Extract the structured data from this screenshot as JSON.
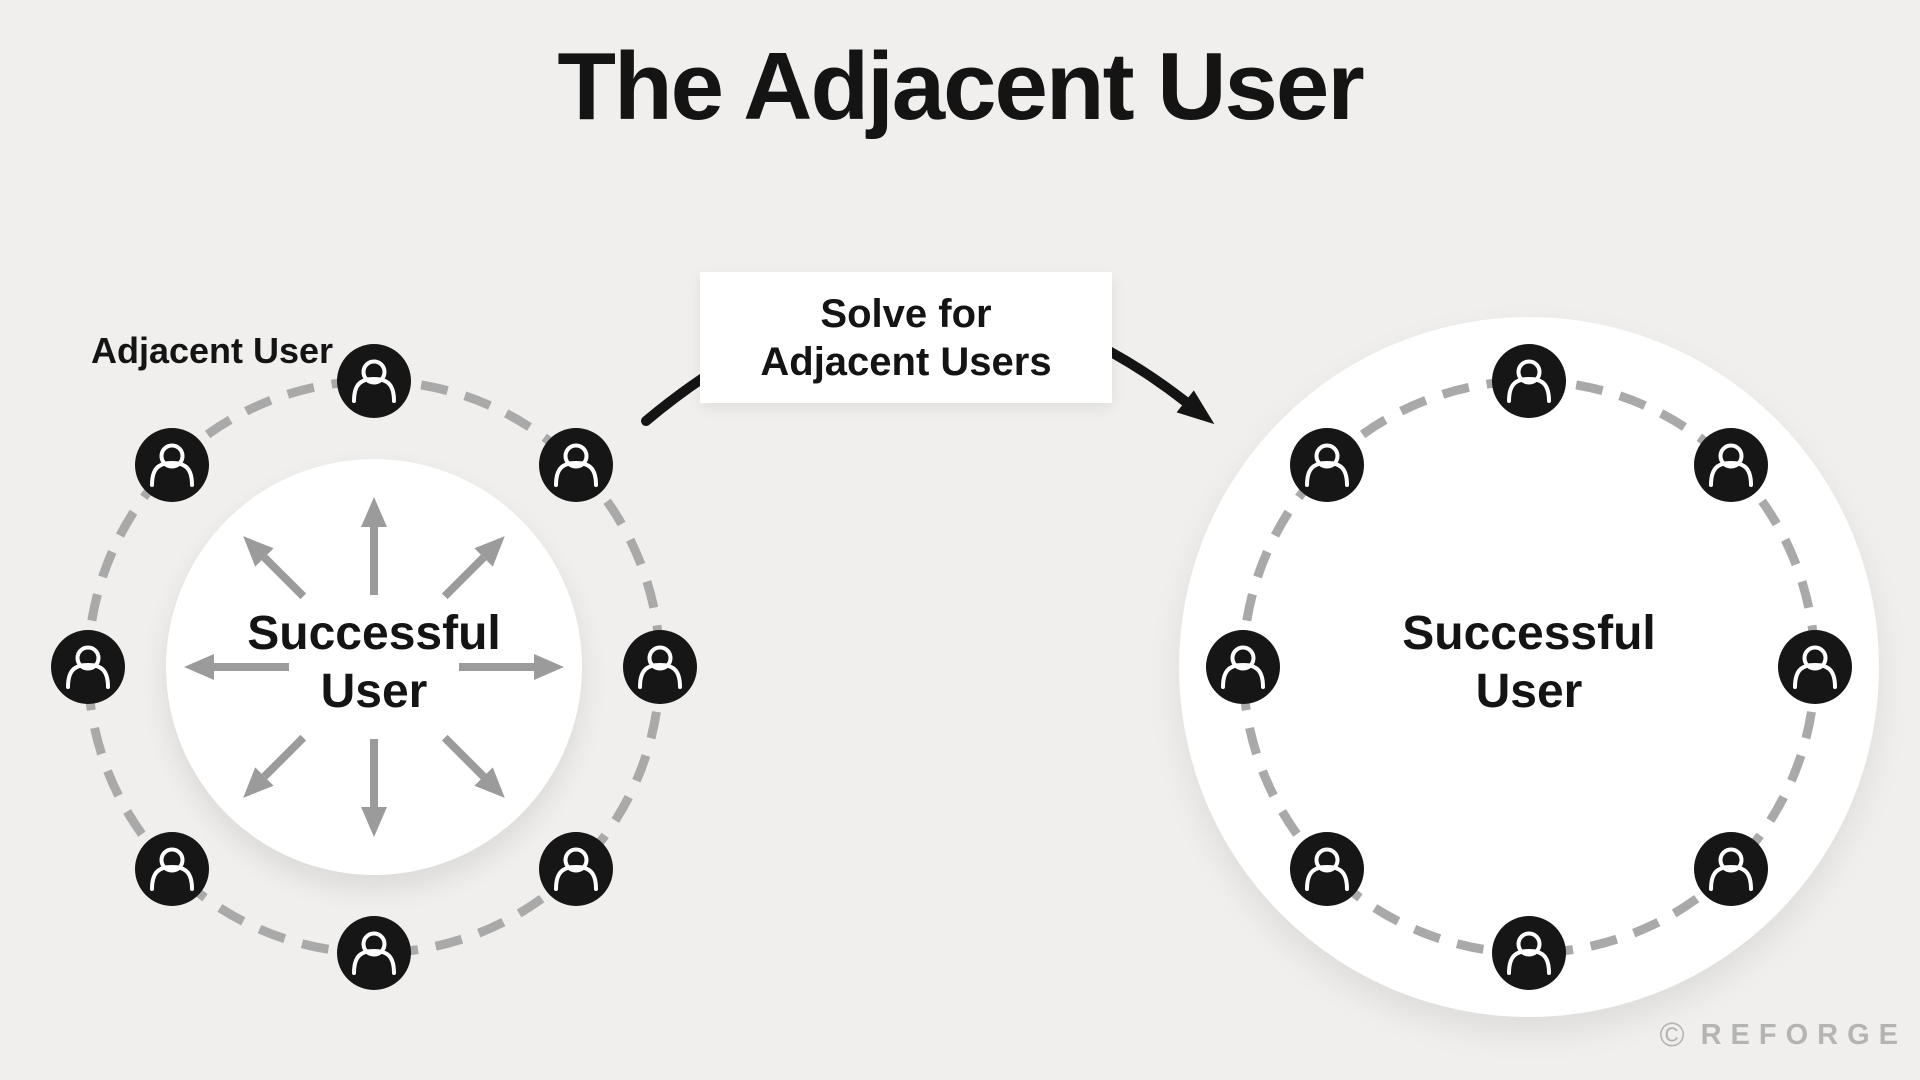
{
  "title": "The Adjacent User",
  "left_diagram": {
    "outer_label": "Adjacent User",
    "center_line1": "Successful",
    "center_line2": "User",
    "adjacent_user_count": 8
  },
  "solve_box": {
    "line1": "Solve for",
    "line2": "Adjacent Users"
  },
  "right_diagram": {
    "center_line1": "Successful",
    "center_line2": "User",
    "adjacent_user_count": 8
  },
  "footer": {
    "copyright_symbol": "©",
    "brand": "REFORGE"
  },
  "colors": {
    "background": "#f0efed",
    "ink": "#141414",
    "icon_black": "#161616",
    "dash_gray": "#a9a9a9",
    "arrow_gray": "#9b9b9b",
    "surface": "#ffffff",
    "footer_gray": "#b4b4b3"
  }
}
